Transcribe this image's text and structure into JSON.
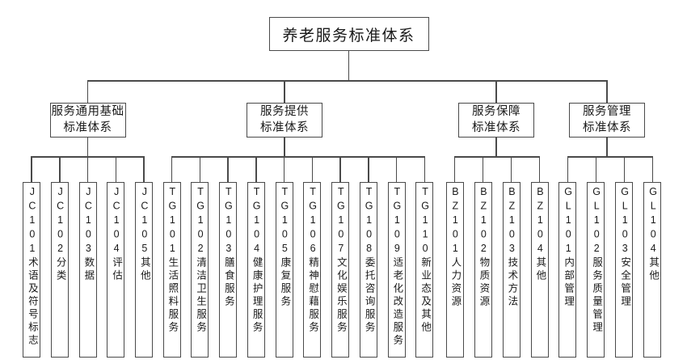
{
  "root": {
    "label": "养老服务标准体系"
  },
  "groups": [
    {
      "label": "服务通用基础标准体系",
      "lines": [
        "服务通用基础",
        "标准体系"
      ],
      "children": [
        {
          "code": "JC101",
          "name": "术语及符号标志"
        },
        {
          "code": "JC102",
          "name": "分类"
        },
        {
          "code": "JC103",
          "name": "数据"
        },
        {
          "code": "JC104",
          "name": "评估"
        },
        {
          "code": "JC105",
          "name": "其他"
        }
      ]
    },
    {
      "label": "服务提供标准体系",
      "lines": [
        "服务提供",
        "标准体系"
      ],
      "children": [
        {
          "code": "TG101",
          "name": "生活照料服务"
        },
        {
          "code": "TG102",
          "name": "清洁卫生服务"
        },
        {
          "code": "TG103",
          "name": "膳食服务"
        },
        {
          "code": "TG104",
          "name": "健康护理服务"
        },
        {
          "code": "TG105",
          "name": "康复服务"
        },
        {
          "code": "TG106",
          "name": "精神慰藉服务"
        },
        {
          "code": "TG107",
          "name": "文化娱乐服务"
        },
        {
          "code": "TG108",
          "name": "委托咨询服务"
        },
        {
          "code": "TG109",
          "name": "适老化改造服务"
        },
        {
          "code": "TG110",
          "name": "新业态及其他"
        }
      ]
    },
    {
      "label": "服务保障标准体系",
      "lines": [
        "服务保障",
        "标准体系"
      ],
      "children": [
        {
          "code": "BZ101",
          "name": "人力资源"
        },
        {
          "code": "BZ102",
          "name": "物质资源"
        },
        {
          "code": "BZ103",
          "name": "技术方法"
        },
        {
          "code": "BZ104",
          "name": "其他"
        }
      ]
    },
    {
      "label": "服务管理标准体系",
      "lines": [
        "服务管理",
        "标准体系"
      ],
      "children": [
        {
          "code": "GL101",
          "name": "内部管理"
        },
        {
          "code": "GL102",
          "name": "服务质量管理"
        },
        {
          "code": "GL103",
          "name": "安全管理"
        },
        {
          "code": "GL104",
          "name": "其他"
        }
      ]
    }
  ],
  "colors": {
    "line": "#4a4a4a",
    "text": "#1a1a1a",
    "background": "#ffffff"
  }
}
